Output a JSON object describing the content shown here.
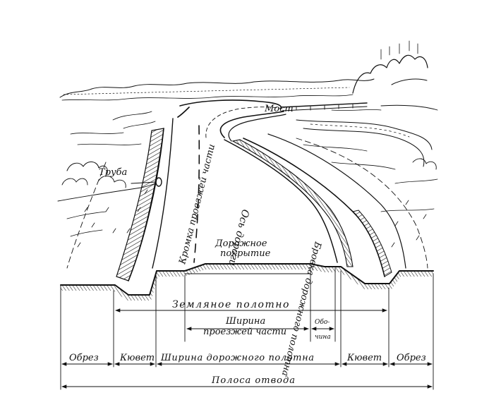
{
  "landscape": {
    "bridge": "Мост",
    "pipe": "Труба",
    "pavement_edge": "Кромка проезжей части",
    "axis": "Ось дороги",
    "roadbed_edge": "Бровка дорожного полотна",
    "pavement": "Дорожное покрытие"
  },
  "dimensions": {
    "earth_bed": "Земляное полотно",
    "carriageway_line1": "Ширина",
    "carriageway_line2": "проезжей части",
    "shoulder_line1": "Обо-",
    "shoulder_line2": "чина",
    "left_slope": "Обрез",
    "left_ditch": "Кювет",
    "roadbed_width": "Ширина дорожного полотна",
    "right_ditch": "Кювет",
    "right_slope": "Обрез",
    "right_of_way": "Полоса отвода"
  }
}
